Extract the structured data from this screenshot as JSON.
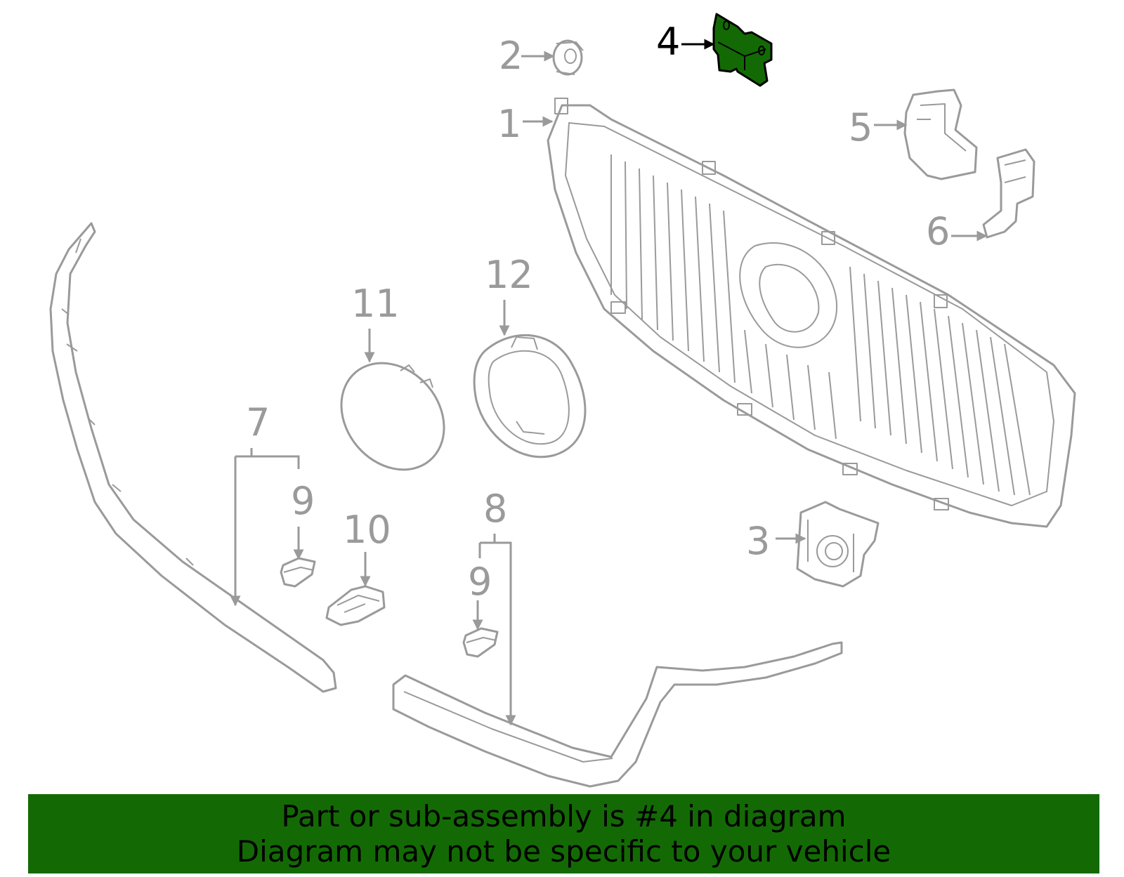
{
  "diagram": {
    "callouts": {
      "c1": "1",
      "c2": "2",
      "c3": "3",
      "c4": "4",
      "c5": "5",
      "c6": "6",
      "c7": "7",
      "c8": "8",
      "c9a": "9",
      "c9b": "9",
      "c10": "10",
      "c11": "11",
      "c12": "12"
    },
    "highlighted_part": "4",
    "colors": {
      "highlight": "#136a04",
      "line": "#9a9a9a",
      "callout_active": "#000000"
    }
  },
  "footer": {
    "line1": "Part or sub-assembly is #4 in diagram",
    "line2": "Diagram may not be specific to your vehicle",
    "background": "#136a04"
  }
}
